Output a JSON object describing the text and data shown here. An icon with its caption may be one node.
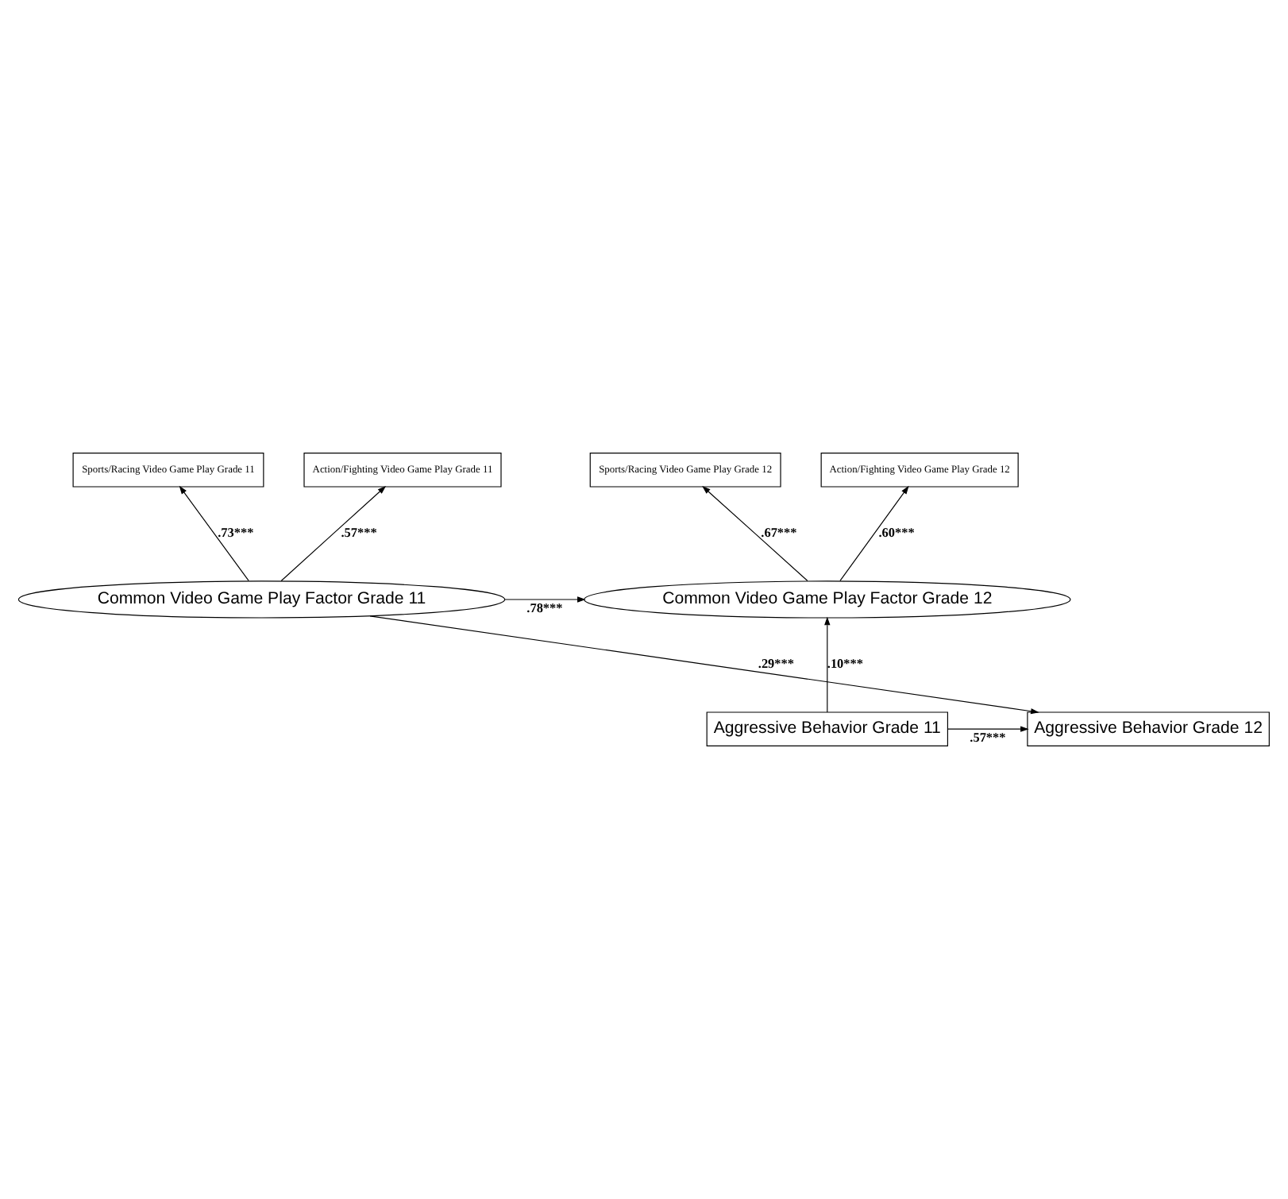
{
  "diagram": {
    "nodes": [
      {
        "text": [
          "Sports/Racing Video Game Play Grade 11"
        ]
      },
      {
        "text": [
          "Action/Fighting Video Game Play Grade 11"
        ]
      },
      {
        "text": [
          "Sports/Racing Video Game Play Grade 12"
        ]
      },
      {
        "text": [
          "Action/Fighting Video Game Play Grade 12"
        ]
      },
      {
        "text": [
          "Common Video Game Play Factor Grade 11"
        ]
      },
      {
        "text": [
          "Common Video Game Play Factor Grade 12"
        ]
      },
      {
        "text": [
          "Aggressive Behavior Grade 11"
        ]
      },
      {
        "text": [
          "Aggressive Behavior Grade 12"
        ]
      }
    ],
    "edges": [
      {
        "from": 4,
        "to": 0,
        "arrow": "to",
        "label": ".73***"
      },
      {
        "from": 4,
        "to": 1,
        "arrow": "to",
        "label": ".57***"
      },
      {
        "from": 5,
        "to": 2,
        "arrow": "to",
        "label": ".67***"
      },
      {
        "from": 5,
        "to": 3,
        "arrow": "to",
        "label": ".60***"
      },
      {
        "from": 4,
        "to": 5,
        "arrow": "to",
        "label": ".78***"
      },
      {
        "from": 6,
        "to": 5,
        "arrow": "to",
        "label": ".10***"
      },
      {
        "from": 4,
        "to": 7,
        "arrow": "to",
        "label": ".29***"
      },
      {
        "from": 6,
        "to": 7,
        "arrow": "to",
        "label": ".57***"
      }
    ]
  }
}
